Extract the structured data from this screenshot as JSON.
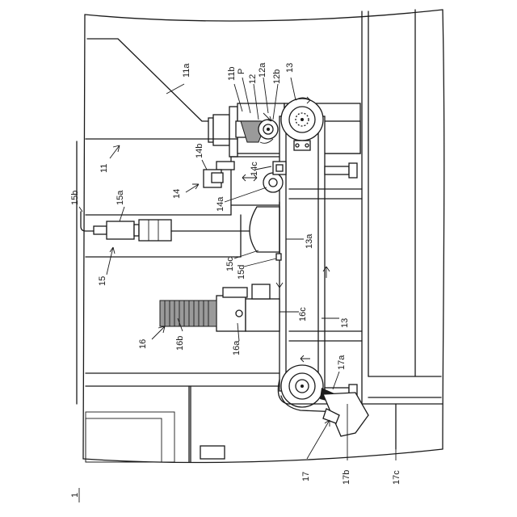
{
  "figure": {
    "ref_device": "1",
    "labels": {
      "l11a": "11a",
      "l11b": "11b",
      "lP": "P",
      "l12": "12",
      "l12a": "12a",
      "l12b": "12b",
      "l13top": "13",
      "l11": "11",
      "l14b": "14b",
      "l14c": "14c",
      "l14": "14",
      "l14a": "14a",
      "l15b": "15b",
      "l15a": "15a",
      "l13a": "13a",
      "l15": "15",
      "l15c": "15c",
      "l15d": "15d",
      "l16c": "16c",
      "l13b": "13",
      "l16": "16",
      "l16b": "16b",
      "l16a": "16a",
      "l17a": "17a",
      "l17": "17",
      "l17b": "17b",
      "l17c": "17c"
    }
  }
}
